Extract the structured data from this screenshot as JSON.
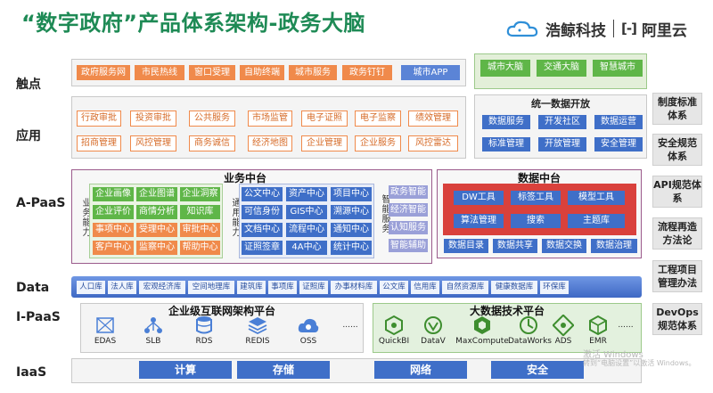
{
  "title": "“数字政府”产品体系架构-政务大脑",
  "brand": {
    "name": "浩鲸科技",
    "partner": "阿里云",
    "partner_mark": "[-]"
  },
  "rows": {
    "touch": "触点",
    "app": "应用",
    "apaas": "A-PaaS",
    "data": "Data",
    "ipaas": "I-PaaS",
    "iaas": "IaaS"
  },
  "touchpoints": {
    "items": [
      "政府服务网",
      "市民热线",
      "窗口受理",
      "自助终端",
      "城市服务",
      "政务钉钉",
      "城市APP"
    ],
    "green": [
      "城市大脑",
      "交通大脑",
      "智慧城市"
    ]
  },
  "applications": {
    "row1": [
      "行政审批",
      "投资审批",
      "公共服务",
      "市场监管",
      "电子证照",
      "电子监察",
      "绩效管理"
    ],
    "row2": [
      "招商管理",
      "风控管理",
      "商务诚信",
      "经济地图",
      "企业管理",
      "企业服务",
      "风控雷达"
    ]
  },
  "open_data": {
    "title": "统一数据开放",
    "row1": [
      "数据服务",
      "开发社区",
      "数据运营"
    ],
    "row2": [
      "标准管理",
      "开放管理",
      "安全管理"
    ]
  },
  "business_platform": {
    "title": "业务中台",
    "business_label": "业务能力",
    "business": [
      "企业画像",
      "企业图谱",
      "企业洞察",
      "企业评价",
      "商情分析",
      "知识库",
      "事项中心",
      "受理中心",
      "审批中心",
      "客户中心",
      "监察中心",
      "帮助中心"
    ],
    "general_label": "通用能力",
    "general": [
      "公文中心",
      "资产中心",
      "项目中心",
      "可信身份",
      "GIS中心",
      "溯源中心",
      "文档中心",
      "流程中心",
      "通知中心",
      "证照签章",
      "4A中心",
      "统计中心"
    ],
    "smart_label": "智能服务",
    "smart": [
      "政务智能",
      "经济智能",
      "认知服务",
      "智能辅助"
    ]
  },
  "data_platform": {
    "title": "数据中台",
    "tools": [
      "DW工具",
      "标签工具",
      "模型工具",
      "算法管理",
      "搜索",
      "主题库"
    ],
    "bottom": [
      "数据目录",
      "数据共享",
      "数据交换",
      "数据治理"
    ]
  },
  "data_layer": [
    "人口库",
    "法人库",
    "宏观经济库",
    "空间地理库",
    "建筑库",
    "事项库",
    "证照库",
    "办事材料库",
    "公文库",
    "信用库",
    "自然资源库",
    "健康数据库",
    "环保库"
  ],
  "enterprise_platform": {
    "title": "企业级互联网架构平台",
    "items": [
      {
        "label": "EDAS",
        "icon": "edas-icon"
      },
      {
        "label": "SLB",
        "icon": "slb-icon"
      },
      {
        "label": "RDS",
        "icon": "rds-icon"
      },
      {
        "label": "REDIS",
        "icon": "redis-icon"
      },
      {
        "label": "OSS",
        "icon": "oss-icon"
      }
    ],
    "more": "......"
  },
  "bigdata_platform": {
    "title": "大数据技术平台",
    "items": [
      {
        "label": "QuickBI",
        "icon": "quickbi-icon"
      },
      {
        "label": "DataV",
        "icon": "datav-icon"
      },
      {
        "label": "MaxCompute",
        "icon": "maxcompute-icon"
      },
      {
        "label": "DataWorks",
        "icon": "dataworks-icon"
      },
      {
        "label": "ADS",
        "icon": "ads-icon"
      },
      {
        "label": "EMR",
        "icon": "emr-icon"
      }
    ],
    "more": "......"
  },
  "iaas": [
    "计算",
    "存储",
    "网络",
    "安全"
  ],
  "right_column": [
    "制度标准体系",
    "安全规范体系",
    "API规范体系",
    "流程再造方法论",
    "工程项目管理办法",
    "DevOps规范体系"
  ],
  "watermark": {
    "line1": "激活 Windows",
    "line2": "转到“电脑设置”以激活 Windows。"
  },
  "colors": {
    "title": "#1e8a55",
    "orange": "#f08a4b",
    "green": "#5fb648",
    "blue": "#3f6fc8",
    "red": "#d64b3e",
    "data_bar": "#4f7fd8"
  }
}
